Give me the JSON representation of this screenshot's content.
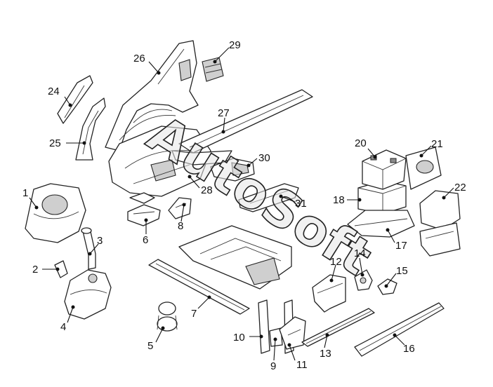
{
  "watermark": "AutoSoft",
  "callouts": [
    {
      "id": "1",
      "label": "1"
    },
    {
      "id": "2",
      "label": "2"
    },
    {
      "id": "3",
      "label": "3"
    },
    {
      "id": "4",
      "label": "4"
    },
    {
      "id": "5",
      "label": "5"
    },
    {
      "id": "6",
      "label": "6"
    },
    {
      "id": "7",
      "label": "7"
    },
    {
      "id": "8",
      "label": "8"
    },
    {
      "id": "9",
      "label": "9"
    },
    {
      "id": "10",
      "label": "10"
    },
    {
      "id": "11",
      "label": "11"
    },
    {
      "id": "12",
      "label": "12"
    },
    {
      "id": "13",
      "label": "13"
    },
    {
      "id": "14",
      "label": "14"
    },
    {
      "id": "15",
      "label": "15"
    },
    {
      "id": "16",
      "label": "16"
    },
    {
      "id": "17",
      "label": "17"
    },
    {
      "id": "18",
      "label": "18"
    },
    {
      "id": "20",
      "label": "20"
    },
    {
      "id": "21",
      "label": "21"
    },
    {
      "id": "22",
      "label": "22"
    },
    {
      "id": "24",
      "label": "24"
    },
    {
      "id": "25",
      "label": "25"
    },
    {
      "id": "26",
      "label": "26"
    },
    {
      "id": "27",
      "label": "27"
    },
    {
      "id": "28",
      "label": "28"
    },
    {
      "id": "29",
      "label": "29"
    },
    {
      "id": "30",
      "label": "30"
    },
    {
      "id": "31",
      "label": "31"
    }
  ]
}
